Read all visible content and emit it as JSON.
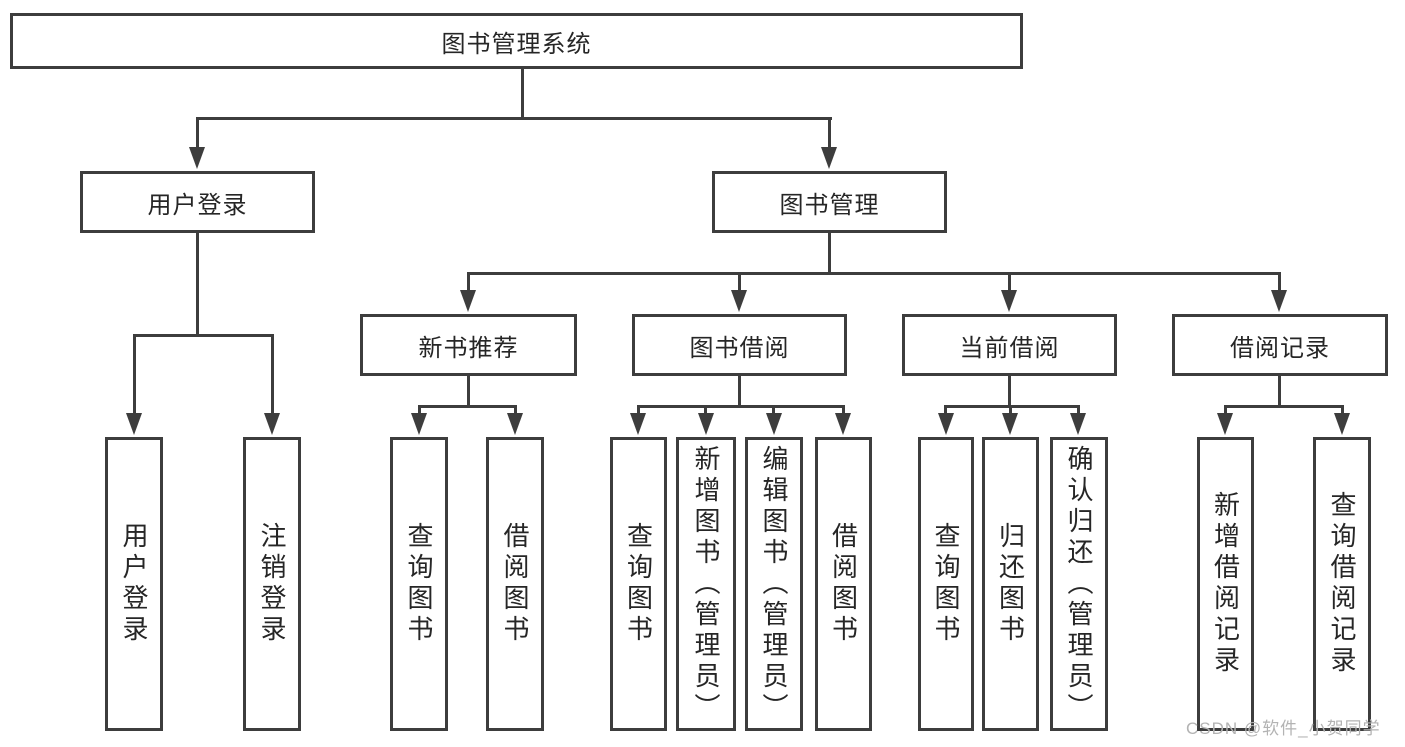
{
  "nodes": {
    "root": {
      "label": "图书管理系统"
    },
    "user_login": {
      "label": "用户登录"
    },
    "book_management": {
      "label": "图书管理"
    },
    "new_book_recommend": {
      "label": "新书推荐"
    },
    "book_borrow": {
      "label": "图书借阅"
    },
    "current_borrow": {
      "label": "当前借阅"
    },
    "borrow_record": {
      "label": "借阅记录"
    },
    "leaf_user_login": {
      "label": "用户登录"
    },
    "leaf_logout": {
      "label": "注销登录"
    },
    "leaf_rec_query": {
      "label": "查询图书"
    },
    "leaf_rec_borrow": {
      "label": "借阅图书"
    },
    "leaf_bb_query": {
      "label": "查询图书"
    },
    "leaf_bb_add": {
      "label": "新增图书（管理员）"
    },
    "leaf_bb_edit": {
      "label": "编辑图书（管理员）"
    },
    "leaf_bb_borrow": {
      "label": "借阅图书"
    },
    "leaf_cb_query": {
      "label": "查询图书"
    },
    "leaf_cb_return": {
      "label": "归还图书"
    },
    "leaf_cb_confirm": {
      "label": "确认归还（管理员）"
    },
    "leaf_br_add": {
      "label": "新增借阅记录"
    },
    "leaf_br_query": {
      "label": "查询借阅记录"
    }
  },
  "hierarchy": {
    "图书管理系统": [
      "用户登录",
      "图书管理"
    ],
    "用户登录": [
      "用户登录",
      "注销登录"
    ],
    "图书管理": [
      "新书推荐",
      "图书借阅",
      "当前借阅",
      "借阅记录"
    ],
    "新书推荐": [
      "查询图书",
      "借阅图书"
    ],
    "图书借阅": [
      "查询图书",
      "新增图书（管理员）",
      "编辑图书（管理员）",
      "借阅图书"
    ],
    "当前借阅": [
      "查询图书",
      "归还图书",
      "确认归还（管理员）"
    ],
    "借阅记录": [
      "新增借阅记录",
      "查询借阅记录"
    ]
  },
  "watermark": {
    "text": "CSDN @软件_小贺同学"
  },
  "colors": {
    "line": "#3d3d3d",
    "text": "#262626",
    "watermark": "#b3b3b3",
    "background": "#ffffff"
  }
}
